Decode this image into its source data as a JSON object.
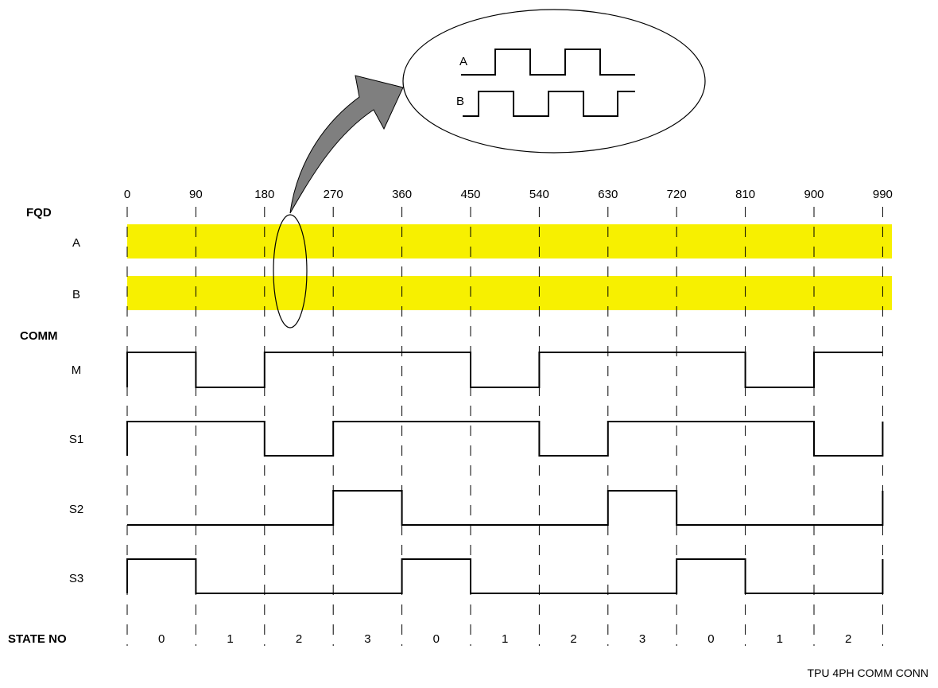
{
  "sections": {
    "fqd": "FQD",
    "comm": "COMM",
    "state_no": "STATE NO"
  },
  "signals": {
    "fqd_a": "A",
    "fqd_b": "B",
    "comm_m": "M",
    "comm_s1": "S1",
    "comm_s2": "S2",
    "comm_s3": "S3"
  },
  "angles": [
    "0",
    "90",
    "180",
    "270",
    "360",
    "450",
    "540",
    "630",
    "720",
    "810",
    "900",
    "990"
  ],
  "states": [
    "0",
    "1",
    "2",
    "3",
    "0",
    "1",
    "2",
    "3",
    "0",
    "1",
    "2"
  ],
  "inset": {
    "label_a": "A",
    "label_b": "B"
  },
  "caption": "TPU 4PH COMM CONN",
  "colors": {
    "fqd_band": "#f7f000",
    "arrow_fill": "#7f7f7f",
    "line": "#000000"
  },
  "waveforms": {
    "M": [
      1,
      0,
      1,
      1,
      1,
      0,
      1,
      1,
      1,
      0,
      1
    ],
    "S1": [
      1,
      1,
      0,
      1,
      1,
      1,
      0,
      1,
      1,
      1,
      0
    ],
    "S2": [
      0,
      0,
      0,
      1,
      0,
      0,
      0,
      1,
      0,
      0,
      0
    ],
    "S3": [
      1,
      0,
      0,
      0,
      1,
      0,
      0,
      0,
      1,
      0,
      0
    ]
  }
}
